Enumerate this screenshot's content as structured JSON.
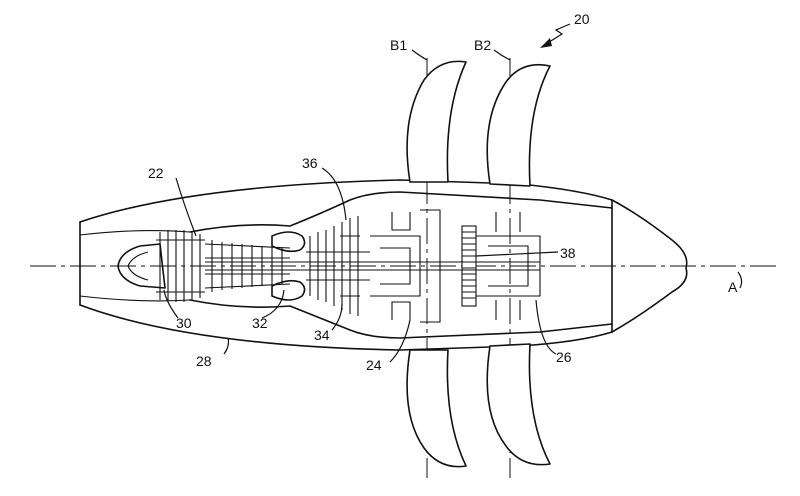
{
  "figure": {
    "ref_numeral": "20",
    "labels": {
      "b1": "B1",
      "b2": "B2",
      "axis": "A",
      "l22": "22",
      "l24": "24",
      "l26": "26",
      "l28": "28",
      "l30": "30",
      "l32": "32",
      "l34": "34",
      "l36": "36",
      "l38": "38"
    }
  }
}
